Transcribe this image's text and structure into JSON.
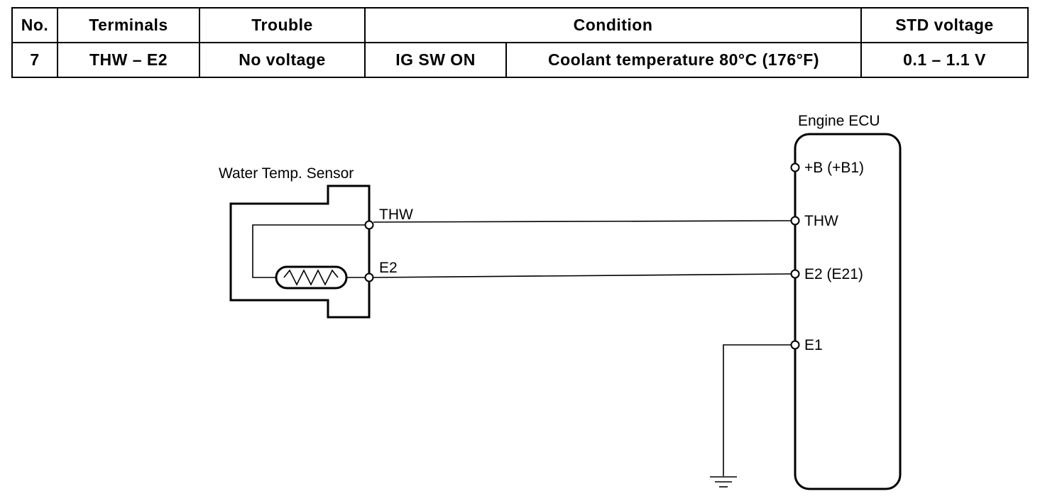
{
  "table": {
    "headers": {
      "no": "No.",
      "terminals": "Terminals",
      "trouble": "Trouble",
      "condition": "Condition",
      "std_voltage": "STD voltage"
    },
    "row": {
      "no": "7",
      "terminals": "THW – E2",
      "trouble": "No voltage",
      "condition_switch": "IG SW ON",
      "condition_detail": "Coolant temperature 80°C (176°F)",
      "std_voltage": "0.1 – 1.1 V"
    }
  },
  "diagram": {
    "sensor": {
      "label": "Water Temp. Sensor",
      "pin_thw": "THW",
      "pin_e2": "E2"
    },
    "ecu": {
      "label": "Engine ECU",
      "pin_b": "+B (+B1)",
      "pin_thw": "THW",
      "pin_e2": "E2 (E21)",
      "pin_e1": "E1"
    }
  }
}
